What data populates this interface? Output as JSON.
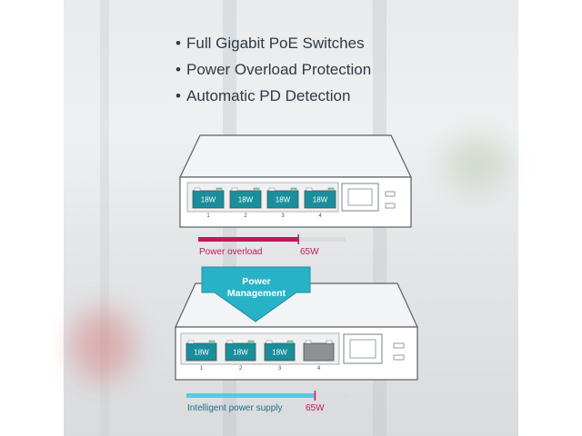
{
  "features": [
    "Full Gigabit PoE Switches",
    "Power Overload Protection",
    "Automatic PD Detection"
  ],
  "switch_top": {
    "ports": [
      {
        "label": "18W",
        "number": "1"
      },
      {
        "label": "18W",
        "number": "2"
      },
      {
        "label": "18W",
        "number": "3"
      },
      {
        "label": "18W",
        "number": "4"
      }
    ],
    "bar": {
      "label": "Power overload",
      "limit": "65W",
      "fill_fraction": 0.68
    }
  },
  "banner": {
    "line1": "Power",
    "line2": "Management"
  },
  "switch_bottom": {
    "ports": [
      {
        "label": "18W",
        "number": "1"
      },
      {
        "label": "18W",
        "number": "2"
      },
      {
        "label": "18W",
        "number": "3"
      },
      {
        "label": "",
        "number": "4"
      }
    ],
    "bar": {
      "label": "Intelligent power supply",
      "limit": "65W",
      "fill_fraction": 0.78
    }
  },
  "colors": {
    "port_teal": "#1a8e9a",
    "overload": "#c2185b",
    "supply": "#5bc8e0",
    "banner": "#27b2c8",
    "text": "#2e3a45"
  }
}
